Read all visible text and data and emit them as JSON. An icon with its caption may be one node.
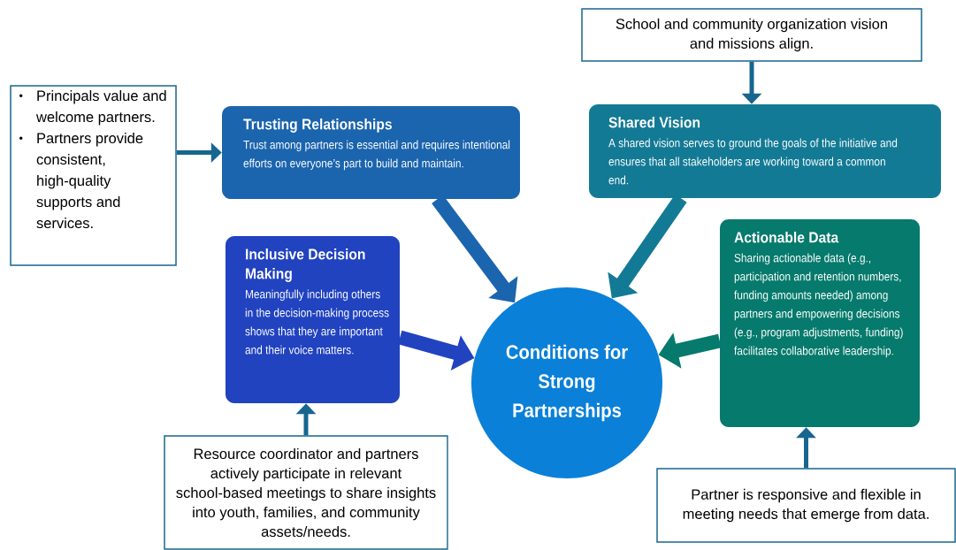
{
  "diagram": {
    "nodes": [
      {
        "text": [
          "Principals value and welcome partners.",
          "Partners provide consistent, high-quality supports and services."
        ]
      },
      {
        "text": [
          "Trusting Relationships",
          "Trust among partners is essential and requires intentional efforts on everyone’s part to build and maintain."
        ]
      },
      {
        "text": [
          "School and community organization vision and missions align."
        ]
      },
      {
        "text": [
          "Shared Vision",
          "A shared vision serves to ground the goals of the initiative and ensures that all stakeholders are working toward a common end."
        ]
      },
      {
        "text": [
          "Inclusive Decision Making",
          "Meaningfully including others in the decision-making process shows that they are important and their voice matters."
        ]
      },
      {
        "text": [
          "Actionable Data",
          "Sharing actionable data (e.g., participation and retention numbers, funding amounts needed) among partners and empowering decisions (e.g., program adjustments, funding) facilitates collaborative leadership."
        ]
      },
      {
        "text": [
          "Conditions for Strong Partnerships"
        ]
      },
      {
        "text": [
          "Resource coordinator and partners actively participate in relevant school-based meetings to share insights into youth, families, and community assets/needs."
        ]
      },
      {
        "text": [
          "Partner is responsive and flexible in meeting needs that emerge from data."
        ]
      }
    ],
    "edges": [
      {
        "from": 0,
        "to": 1,
        "arrow": "to"
      },
      {
        "from": 2,
        "to": 3,
        "arrow": "to"
      },
      {
        "from": 7,
        "to": 4,
        "arrow": "to"
      },
      {
        "from": 8,
        "to": 5,
        "arrow": "to"
      },
      {
        "from": 1,
        "to": 6,
        "arrow": "to",
        "style": "thick",
        "color": "#1b64ae"
      },
      {
        "from": 3,
        "to": 6,
        "arrow": "to",
        "style": "thick",
        "color": "#137a95"
      },
      {
        "from": 4,
        "to": 6,
        "arrow": "to",
        "style": "thick",
        "color": "#2143c0"
      },
      {
        "from": 5,
        "to": 6,
        "arrow": "to",
        "style": "thick",
        "color": "#067a6c"
      }
    ]
  }
}
